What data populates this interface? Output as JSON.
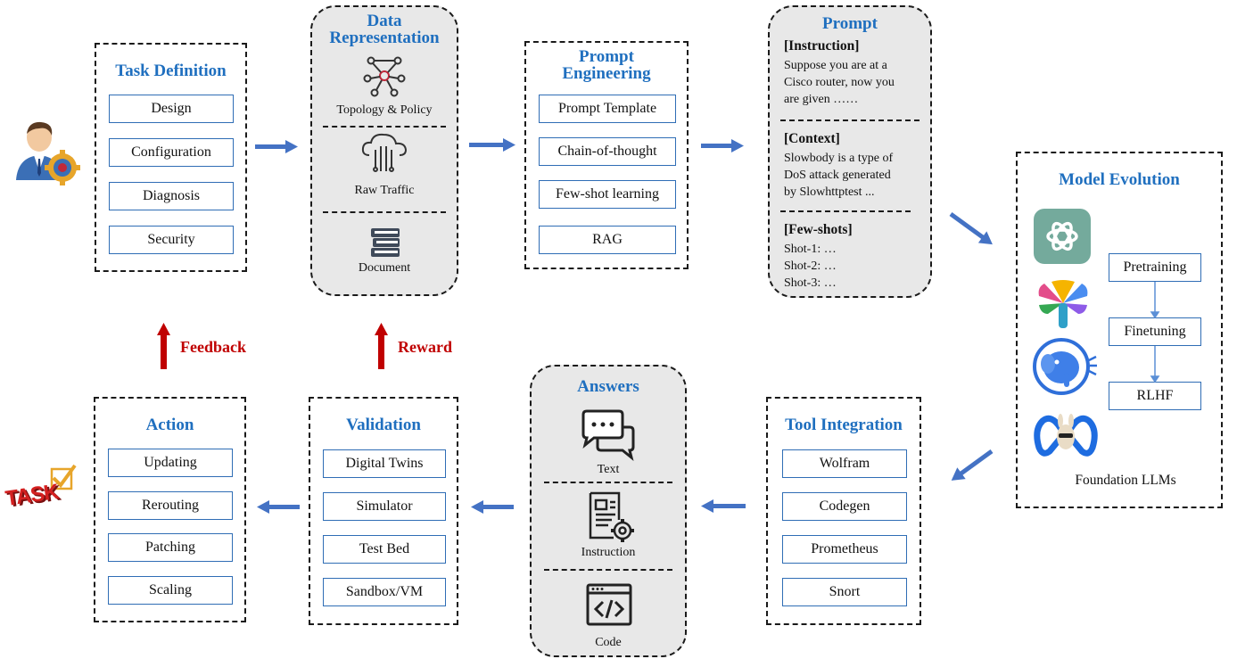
{
  "task_definition": {
    "title": "Task Definition",
    "items": [
      "Design",
      "Configuration",
      "Diagnosis",
      "Security"
    ]
  },
  "data_representation": {
    "title_line1": "Data",
    "title_line2": "Representation",
    "items": [
      "Topology & Policy",
      "Raw Traffic",
      "Document"
    ]
  },
  "prompt_engineering": {
    "title_line1": "Prompt",
    "title_line2": "Engineering",
    "items": [
      "Prompt Template",
      "Chain-of-thought",
      "Few-shot learning",
      "RAG"
    ]
  },
  "prompt": {
    "title": "Prompt",
    "instruction_head": "[Instruction]",
    "instruction_lines": [
      "Suppose you are at a",
      "Cisco router, now you",
      "are given ……"
    ],
    "context_head": "[Context]",
    "context_lines": [
      "Slowbody is a type of",
      "DoS attack  generated",
      "by Slowhttptest ..."
    ],
    "fewshot_head": "[Few-shots]",
    "fewshot_lines": [
      "Shot-1: …",
      "Shot-2: …",
      "Shot-3: …"
    ]
  },
  "model_evolution": {
    "title": "Model Evolution",
    "steps": [
      "Pretraining",
      "Finetuning",
      "RLHF"
    ],
    "caption": "Foundation LLMs"
  },
  "tool_integration": {
    "title": "Tool Integration",
    "items": [
      "Wolfram",
      "Codegen",
      "Prometheus",
      "Snort"
    ]
  },
  "answers": {
    "title": "Answers",
    "items": [
      "Text",
      "Instruction",
      "Code"
    ]
  },
  "validation": {
    "title": "Validation",
    "items": [
      "Digital Twins",
      "Simulator",
      "Test Bed",
      "Sandbox/VM"
    ]
  },
  "action": {
    "title": "Action",
    "items": [
      "Updating",
      "Rerouting",
      "Patching",
      "Scaling"
    ]
  },
  "labels": {
    "feedback": "Feedback",
    "reward": "Reward",
    "task_badge": "TASK"
  },
  "colors": {
    "title_blue": "#1f6fbf",
    "arrow_blue": "#4472c4",
    "red": "#c00000",
    "gray_panel": "#e8e8e8"
  }
}
